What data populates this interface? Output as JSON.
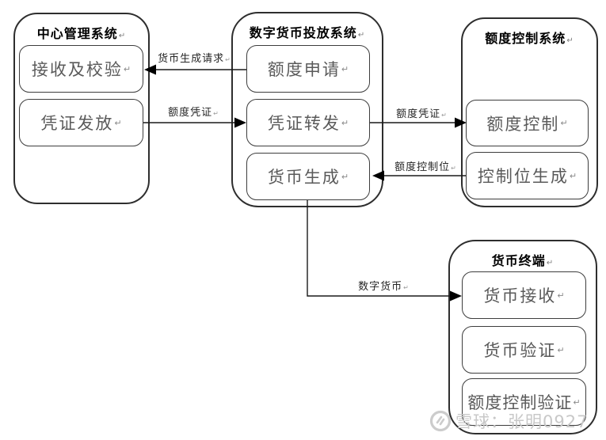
{
  "diagram": {
    "containers": [
      {
        "title": "中心管理系统",
        "mark": "↵",
        "nodes": [
          {
            "label": "接收及校验",
            "mark": "↵"
          },
          {
            "label": "凭证发放",
            "mark": "↵"
          }
        ]
      },
      {
        "title": "数字货币投放系统",
        "mark": "↵",
        "nodes": [
          {
            "label": "额度申请",
            "mark": "↵"
          },
          {
            "label": "凭证转发",
            "mark": "↵"
          },
          {
            "label": "货币生成",
            "mark": "↵"
          }
        ]
      },
      {
        "title": "额度控制系统",
        "mark": "↵",
        "nodes": [
          {
            "label": "额度控制",
            "mark": "↵"
          },
          {
            "label": "控制位生成",
            "mark": "↵"
          }
        ]
      },
      {
        "title": "货币终端",
        "mark": "↵",
        "nodes": [
          {
            "label": "货币接收",
            "mark": "↵"
          },
          {
            "label": "货币验证",
            "mark": "↵"
          },
          {
            "label": "额度控制验证",
            "mark": "↵"
          }
        ]
      }
    ],
    "edges": [
      {
        "label": "货币生成请求",
        "mark": "↵",
        "from": "额度申请",
        "to": "接收及校验"
      },
      {
        "label": "额度凭证",
        "mark": "↵",
        "from": "凭证发放",
        "to": "凭证转发"
      },
      {
        "label": "额度凭证",
        "mark": "↵",
        "from": "凭证转发",
        "to": "额度控制"
      },
      {
        "label": "额度控制位",
        "mark": "↵",
        "from": "控制位生成",
        "to": "货币生成"
      },
      {
        "label": "数字货币",
        "mark": "↵",
        "from": "货币生成",
        "to": "货币接收"
      }
    ]
  },
  "watermark": {
    "text": "雪球：张明0927"
  },
  "colors": {
    "container_border": "#2e2e2e",
    "node_border": "#3d3d3d",
    "node_text": "#5a5a5a",
    "title_text": "#000000",
    "edge_line": "#1a1a1a",
    "edge_label": "#262626",
    "watermark": "#c8c8c8"
  }
}
